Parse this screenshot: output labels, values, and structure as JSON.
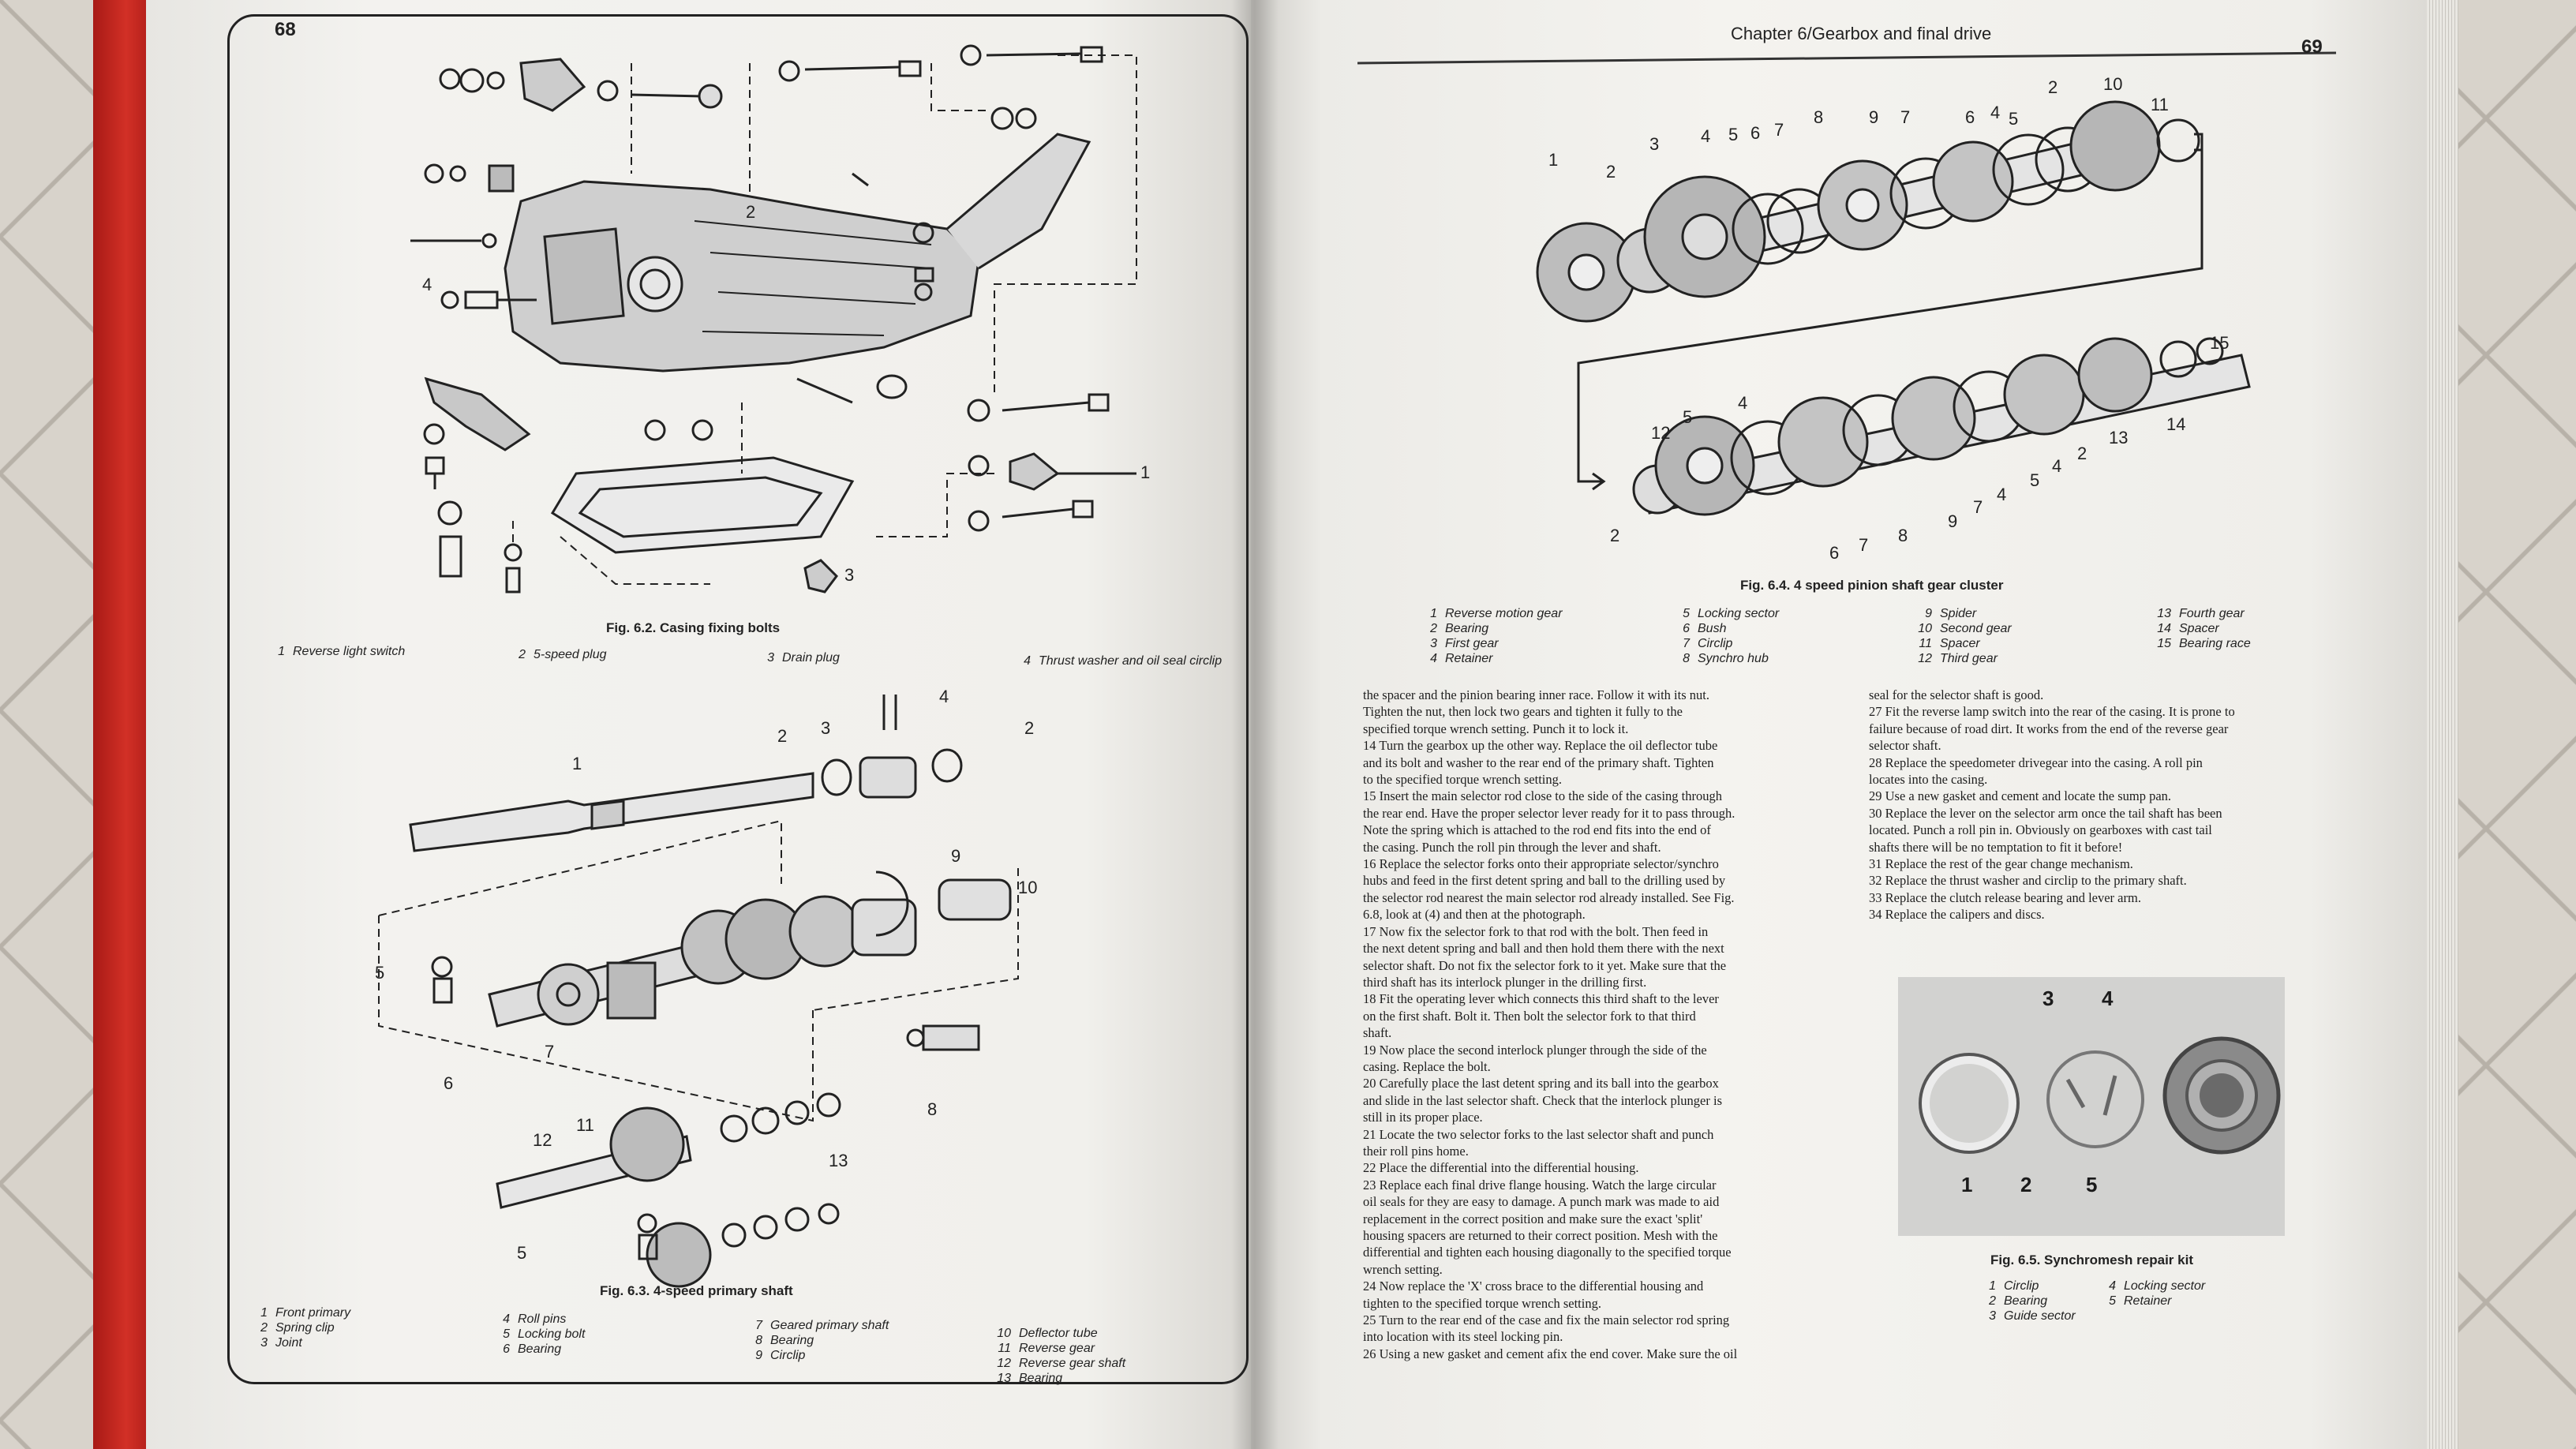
{
  "left_page": {
    "page_number": "68",
    "fig62": {
      "caption": "Fig. 6.2. Casing fixing bolts",
      "callouts": [
        "2",
        "4",
        "1",
        "3"
      ],
      "legend": [
        {
          "num": "1",
          "text": "Reverse light switch"
        },
        {
          "num": "2",
          "text": "5-speed plug"
        },
        {
          "num": "3",
          "text": "Drain plug"
        },
        {
          "num": "4",
          "text": "Thrust washer and oil seal circlip"
        }
      ]
    },
    "fig63": {
      "caption": "Fig. 6.3. 4-speed primary shaft",
      "callouts": [
        "4",
        "2",
        "3",
        "2",
        "1",
        "9",
        "10",
        "5",
        "7",
        "6",
        "8",
        "11",
        "12",
        "13",
        "5"
      ],
      "legend_col1": [
        {
          "num": "1",
          "text": "Front primary"
        },
        {
          "num": "2",
          "text": "Spring clip"
        },
        {
          "num": "3",
          "text": "Joint"
        }
      ],
      "legend_col2": [
        {
          "num": "4",
          "text": "Roll pins"
        },
        {
          "num": "5",
          "text": "Locking bolt"
        },
        {
          "num": "6",
          "text": "Bearing"
        }
      ],
      "legend_col3": [
        {
          "num": "7",
          "text": "Geared primary shaft"
        },
        {
          "num": "8",
          "text": "Bearing"
        },
        {
          "num": "9",
          "text": "Circlip"
        }
      ],
      "legend_col4": [
        {
          "num": "10",
          "text": "Deflector tube"
        },
        {
          "num": "11",
          "text": "Reverse gear"
        },
        {
          "num": "12",
          "text": "Reverse gear shaft"
        },
        {
          "num": "13",
          "text": "Bearing"
        }
      ]
    }
  },
  "right_page": {
    "chapter_title": "Chapter 6/Gearbox and final drive",
    "page_number": "69",
    "fig64": {
      "caption": "Fig. 6.4. 4 speed pinion shaft gear cluster",
      "callouts_top": [
        "1",
        "2",
        "3",
        "4",
        "5",
        "6",
        "7",
        "8",
        "9",
        "7",
        "6",
        "4",
        "5",
        "2",
        "10",
        "11"
      ],
      "callouts_bottom": [
        "15",
        "14",
        "13",
        "2",
        "4",
        "5",
        "12",
        "5",
        "4",
        "2",
        "6",
        "7",
        "8",
        "9",
        "7",
        "4"
      ],
      "legend": [
        [
          {
            "num": "1",
            "text": "Reverse motion gear"
          },
          {
            "num": "2",
            "text": "Bearing"
          },
          {
            "num": "3",
            "text": "First gear"
          },
          {
            "num": "4",
            "text": "Retainer"
          }
        ],
        [
          {
            "num": "5",
            "text": "Locking sector"
          },
          {
            "num": "6",
            "text": "Bush"
          },
          {
            "num": "7",
            "text": "Circlip"
          },
          {
            "num": "8",
            "text": "Synchro hub"
          }
        ],
        [
          {
            "num": "9",
            "text": "Spider"
          },
          {
            "num": "10",
            "text": "Second gear"
          },
          {
            "num": "11",
            "text": "Spacer"
          },
          {
            "num": "12",
            "text": "Third gear"
          }
        ],
        [
          {
            "num": "13",
            "text": "Fourth gear"
          },
          {
            "num": "14",
            "text": "Spacer"
          },
          {
            "num": "15",
            "text": "Bearing race"
          }
        ]
      ]
    },
    "text_col1": [
      "the spacer and the pinion bearing inner race. Follow it with its nut.",
      "Tighten the nut, then lock two gears and tighten it fully to the",
      "specified torque wrench setting. Punch it to lock it.",
      "14 Turn the gearbox up the other way. Replace the oil deflector tube",
      "and its bolt and washer to the rear end of the primary shaft. Tighten",
      "to the specified torque wrench setting.",
      "15 Insert the main selector rod close to the side of the casing through",
      "the rear end. Have the proper selector lever ready for it to pass through.",
      "Note the spring which is attached to the rod end fits into the end of",
      "the casing. Punch the roll pin through the lever and shaft.",
      "16 Replace the selector forks onto their appropriate selector/synchro",
      "hubs and feed in the first detent spring and ball to the drilling used by",
      "the selector rod nearest the main selector rod already installed. See Fig.",
      "6.8, look at (4) and then at the photograph.",
      "17 Now fix the selector fork to that rod with the bolt. Then feed in",
      "the next detent spring and ball and then hold them there with the next",
      "selector shaft. Do not fix the selector fork to it yet. Make sure that the",
      "third shaft has its interlock plunger in the drilling first.",
      "18 Fit the operating lever which connects this third shaft to the lever",
      "on the first shaft. Bolt it. Then bolt the selector fork to that third",
      "shaft.",
      "19 Now place the second interlock plunger through the side of the",
      "casing. Replace the bolt.",
      "20 Carefully place the last detent spring and its ball into the gearbox",
      "and slide in the last selector shaft. Check that the interlock plunger is",
      "still in its proper place.",
      "21 Locate the two selector forks to the last selector shaft and punch",
      "their roll pins home.",
      "22 Place the differential into the differential housing.",
      "23 Replace each final drive flange housing. Watch the large circular",
      "oil seals for they are easy to damage. A punch mark was made to aid",
      "replacement in the correct position and make sure the exact 'split'",
      "housing spacers are returned to their correct position. Mesh with the",
      "differential and tighten each housing diagonally to the specified torque",
      "wrench setting.",
      "24 Now replace the 'X' cross brace to the differential housing and",
      "tighten to the specified torque wrench setting.",
      "25 Turn to the rear end of the case and fix the main selector rod spring",
      "into location with its steel locking pin.",
      "26 Using a new gasket and cement afix the end cover. Make sure the oil"
    ],
    "text_col2": [
      "seal for the selector shaft is good.",
      "27 Fit the reverse lamp switch into the rear of the casing. It is prone to",
      "failure because of road dirt. It works from the end of the reverse gear",
      "selector shaft.",
      "28 Replace the speedometer drivegear into the casing. A roll pin",
      "locates into the casing.",
      "29 Use a new gasket and cement and locate the sump pan.",
      "30 Replace the lever on the selector arm once the tail shaft has been",
      "located. Punch a roll pin in. Obviously on gearboxes with cast tail",
      "shafts there will be no temptation to fit it before!",
      "31 Replace the rest of the gear change mechanism.",
      "32 Replace the thrust washer and circlip to the primary shaft.",
      "33 Replace the clutch release bearing and lever arm.",
      "34 Replace the calipers and discs."
    ],
    "fig65": {
      "caption": "Fig. 6.5. Synchromesh repair kit",
      "photo_labels_top": [
        "3",
        "4"
      ],
      "photo_labels_bottom": [
        "1",
        "2",
        "5"
      ],
      "legend_col1": [
        {
          "num": "1",
          "text": "Circlip"
        },
        {
          "num": "2",
          "text": "Bearing"
        },
        {
          "num": "3",
          "text": "Guide sector"
        }
      ],
      "legend_col2": [
        {
          "num": "4",
          "text": "Locking sector"
        },
        {
          "num": "5",
          "text": "Retainer"
        }
      ]
    }
  }
}
